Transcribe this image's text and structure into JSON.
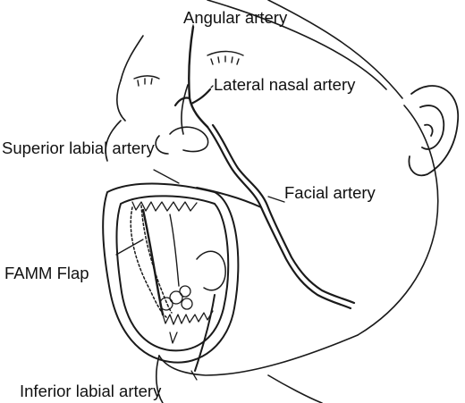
{
  "labels": {
    "angular_artery": "Angular artery",
    "lateral_nasal_artery": "Lateral nasal artery",
    "superior_labial_artery": "Superior labial artery",
    "facial_artery": "Facial artery",
    "famm_flap": "FAMM Flap",
    "inferior_labial_artery": "Inferior labial artery"
  }
}
